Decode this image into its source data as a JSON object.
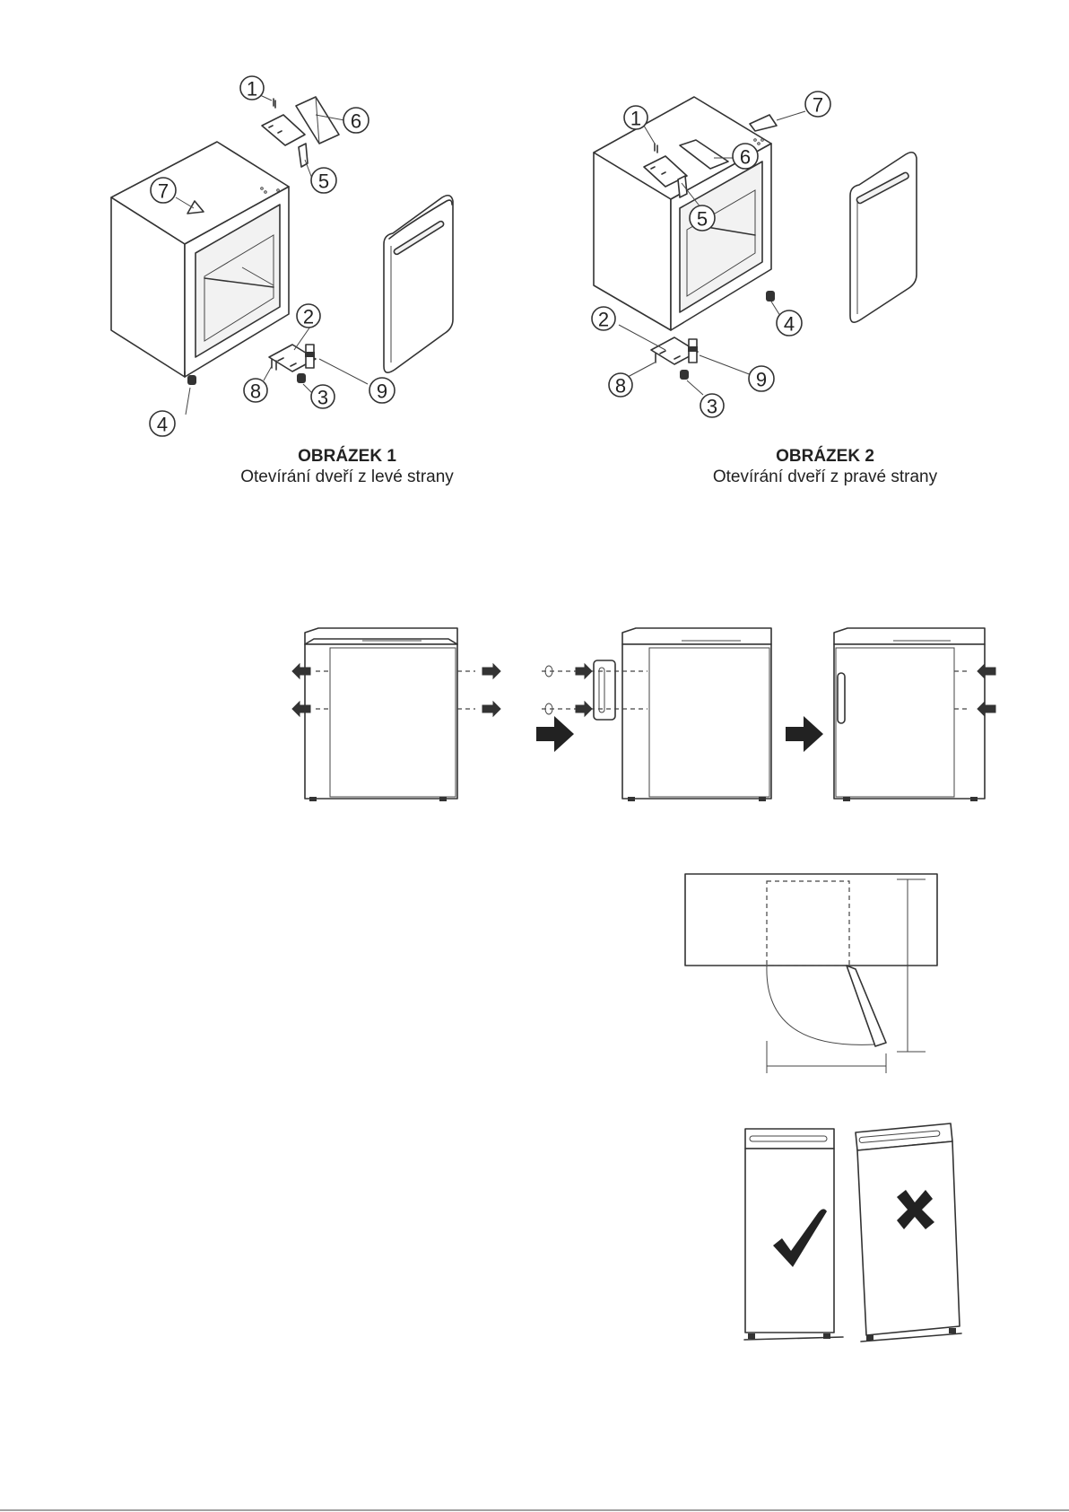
{
  "figure1": {
    "title": "OBRÁZEK 1",
    "subtitle": "Otevírání dveří z levé strany",
    "callouts": [
      "1",
      "2",
      "3",
      "4",
      "5",
      "6",
      "7",
      "8",
      "9"
    ]
  },
  "figure2": {
    "title": "OBRÁZEK 2",
    "subtitle": "Otevírání dveří z pravé strany",
    "callouts": [
      "1",
      "2",
      "3",
      "4",
      "5",
      "6",
      "7",
      "8",
      "9"
    ]
  },
  "icons": [
    "arrow-right-icon",
    "checkmark-icon",
    "cross-icon"
  ]
}
